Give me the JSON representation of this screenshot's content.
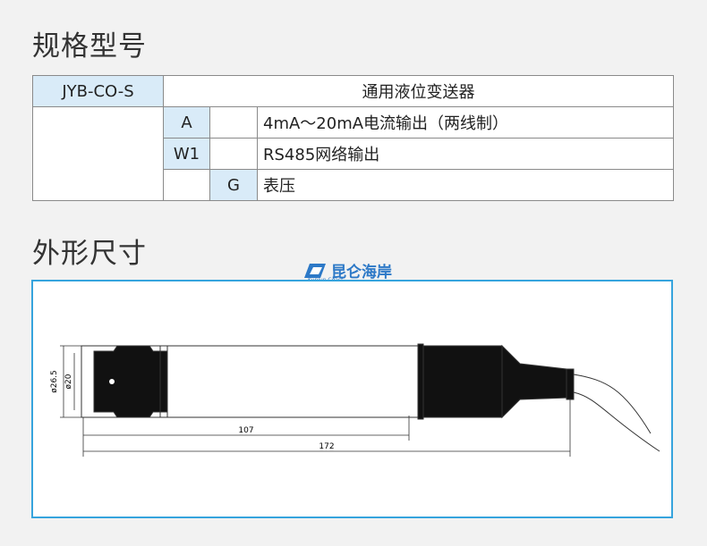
{
  "titles": {
    "spec": "规格型号",
    "dimensions": "外形尺寸"
  },
  "spec_table": {
    "model": "JYB-CO-S",
    "product_name": "通用液位变送器",
    "rows": [
      {
        "code": "A",
        "description": "4mA～20mA电流输出（两线制）"
      },
      {
        "code": "W1",
        "description": "RS485网络输出"
      },
      {
        "code": "G",
        "description": "表压"
      }
    ]
  },
  "logo": {
    "text": "昆仑海岸",
    "subtext": "Kunlun Coast"
  },
  "drawing": {
    "dims": {
      "outer_diameter": "ø26.5",
      "inner_diameter": "ø20",
      "length_body": "107",
      "length_total": "172"
    }
  },
  "colors": {
    "frame": "#36a4dd",
    "header_cell": "#d9ebf8",
    "logo": "#2d79c7"
  }
}
